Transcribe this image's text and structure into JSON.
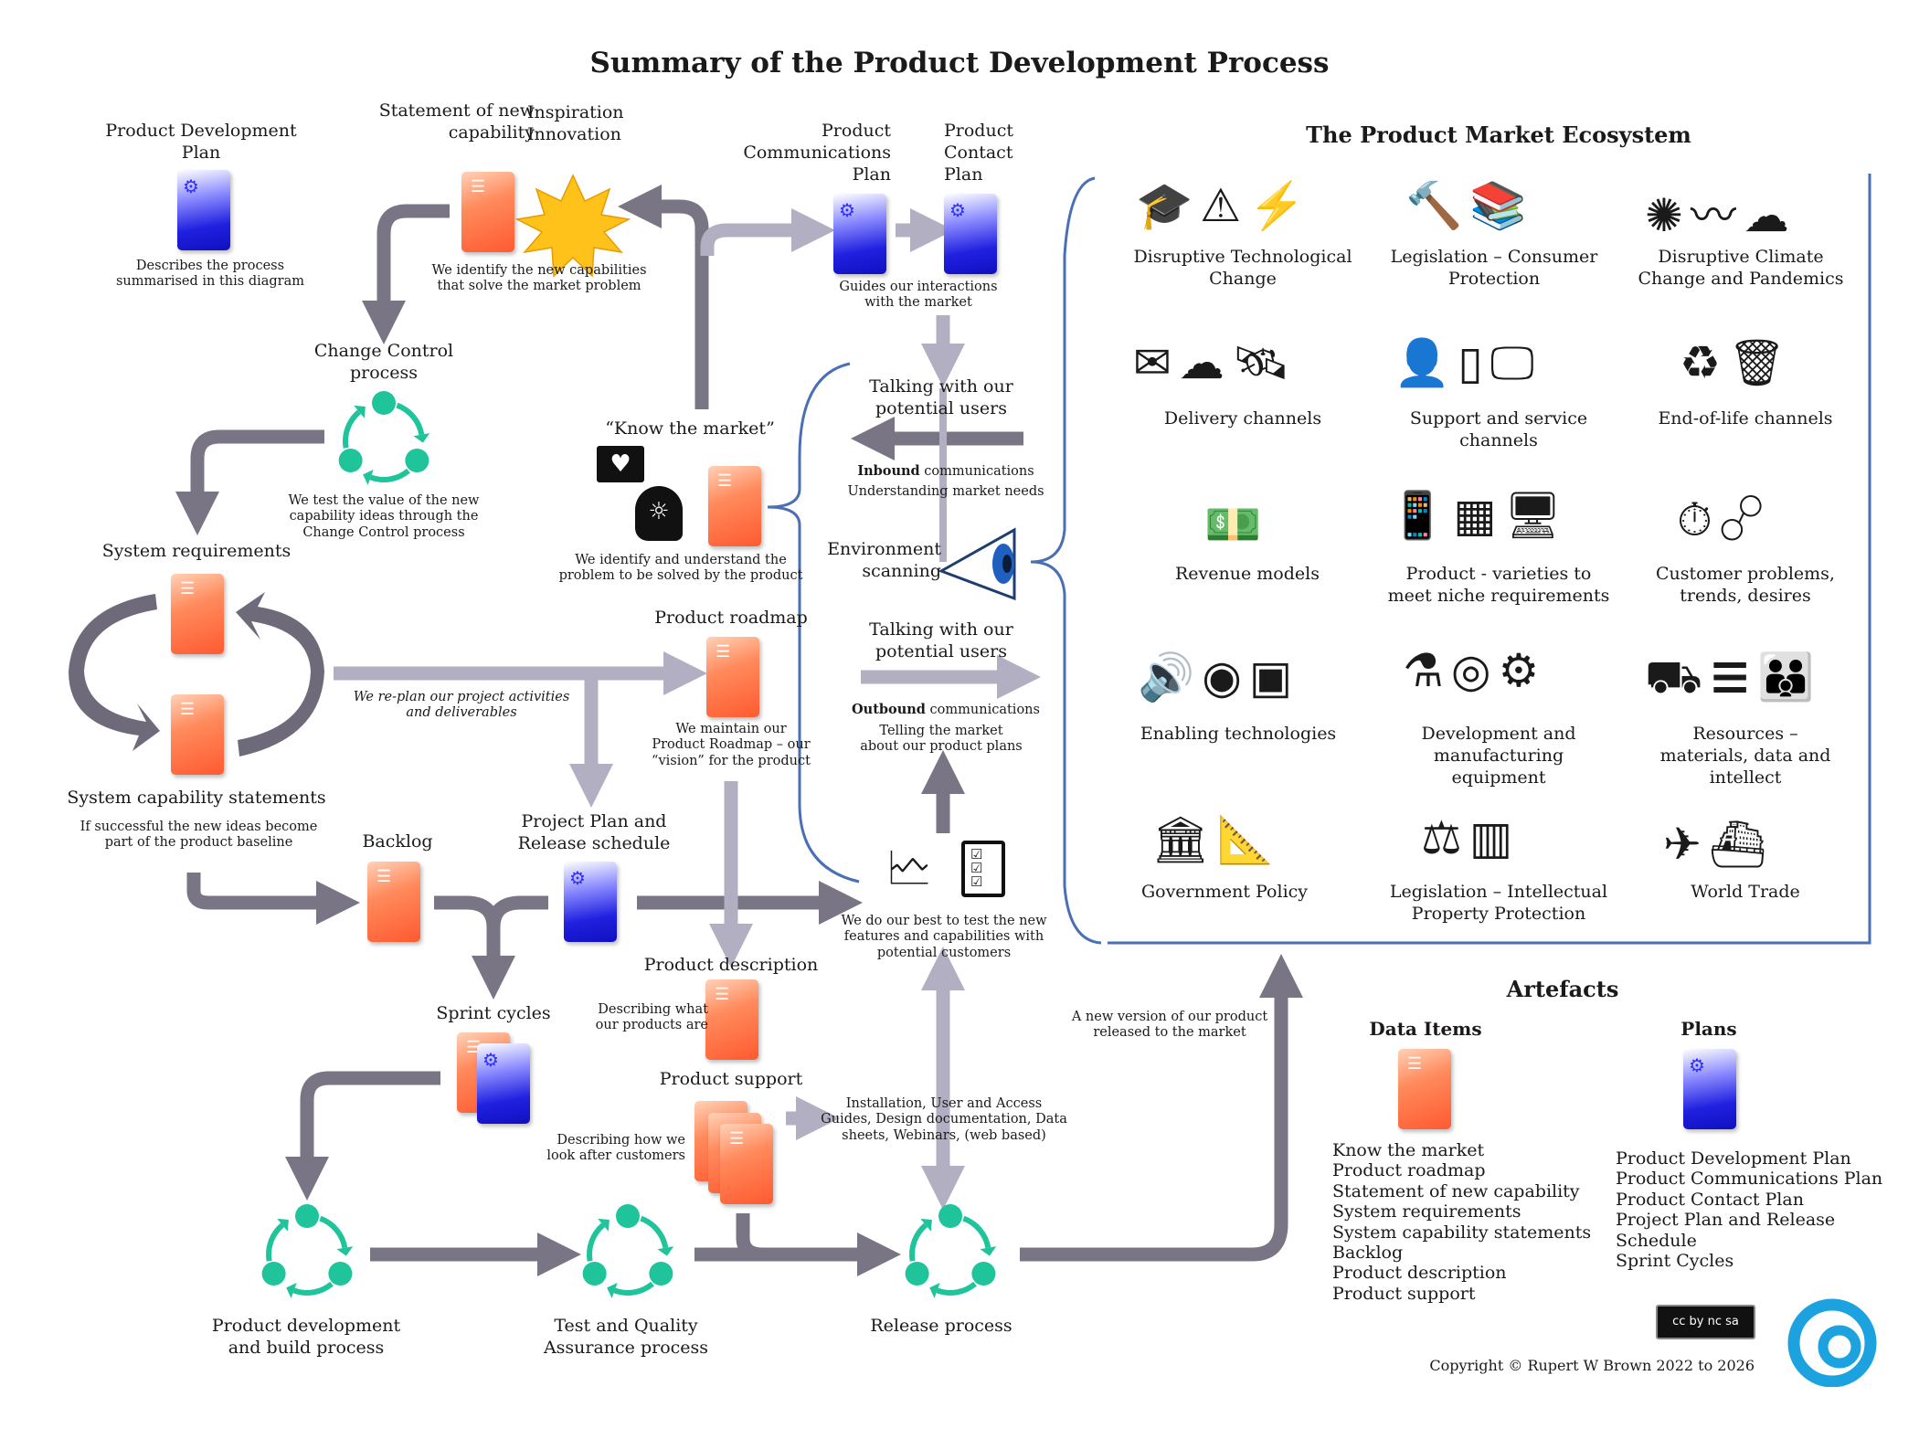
{
  "title": "Summary of the Product Development Process",
  "process": {
    "pdp_label": "Product Development\nPlan",
    "pdp_caption": "Describes the process\nsummarised in this diagram",
    "statement_label": "Statement of new\ncapability",
    "inspiration_label": "Inspiration\nInnovation",
    "statement_caption": "We identify the new capabilities\nthat solve the market problem",
    "comms_label": "Product\nCommunications\nPlan",
    "contact_label": "Product\nContact\nPlan",
    "comms_caption": "Guides our interactions\nwith the market",
    "change_control_label": "Change Control\nprocess",
    "change_control_caption": "We test the value of the new\ncapability ideas through the\nChange Control process",
    "know_market_label": "“Know the market”",
    "know_market_caption": "We identify and understand the\nproblem to be solved by the product",
    "talking_top": "Talking with our\npotential users",
    "inbound_bold": "Inbound",
    "inbound_rest": " communications",
    "inbound_sub": "Understanding market needs",
    "env_scanning": "Environment\nscanning",
    "talking_bottom": "Talking with our\npotential users",
    "outbound_bold": "Outbound",
    "outbound_rest": " communications",
    "outbound_sub": "Telling the market\nabout our product plans",
    "system_requirements": "System requirements",
    "replan_caption": "We re-plan our project activities\nand deliverables",
    "roadmap_label": "Product roadmap",
    "roadmap_caption": "We maintain our\nProduct Roadmap – our\n“vision” for the product",
    "system_capability": "System capability statements",
    "system_capability_caption": "If successful the new ideas become\npart of the product baseline",
    "backlog_label": "Backlog",
    "project_plan_label": "Project Plan and\nRelease schedule",
    "test_caption": "We do our best to test the new\nfeatures and capabilities with\npotential customers",
    "product_description_label": "Product description",
    "product_description_caption": "Describing what\nour products are",
    "sprint_label": "Sprint cycles",
    "new_version_caption": "A new version of our product\nreleased to the market",
    "product_support_label": "Product support",
    "product_support_caption": "Describing how we\nlook after customers",
    "installation_caption": "Installation, User and Access\nGuides, Design documentation, Data\nsheets, Webinars, (web based)",
    "build_label": "Product development\nand build process",
    "qa_label": "Test and Quality\nAssurance process",
    "release_label": "Release process"
  },
  "ecosystem": {
    "title": "The Product Market Ecosystem",
    "items": [
      "Disruptive Technological\nChange",
      "Legislation – Consumer\nProtection",
      "Disruptive Climate\nChange and Pandemics",
      "Delivery channels",
      "Support and service\nchannels",
      "End-of-life channels",
      "Revenue models",
      "Product - varieties to\nmeet niche requirements",
      "Customer problems,\ntrends, desires",
      "Enabling technologies",
      "Development and\nmanufacturing\nequipment",
      "Resources –\nmaterials, data and\nintellect",
      "Government Policy",
      "Legislation – Intellectual\nProperty Protection",
      "World Trade"
    ]
  },
  "artefacts": {
    "title": "Artefacts",
    "data_items_title": "Data Items",
    "plans_title": "Plans",
    "data_items": "Know the market\nProduct roadmap\nStatement of new capability\nSystem requirements\nSystem capability statements\nBacklog\nProduct description\nProduct support",
    "plans": "Product Development Plan\nProduct Communications Plan\nProduct Contact Plan\nProject Plan and Release\nSchedule\nSprint Cycles"
  },
  "footer": {
    "license_badge": "cc by nc sa",
    "copyright": "Copyright © Rupert W Brown 2022 to 2026"
  },
  "colors": {
    "arrow_dark": "#7a7585",
    "arrow_light": "#b3afc2",
    "bracket_blue": "#4a6fb5",
    "cycle_green": "#1fc49a",
    "data_orange": "#ff6a40",
    "plan_blue": "#2a2ae8",
    "star_yellow": "#ffc21a",
    "logo_blue": "#1da2e0"
  }
}
